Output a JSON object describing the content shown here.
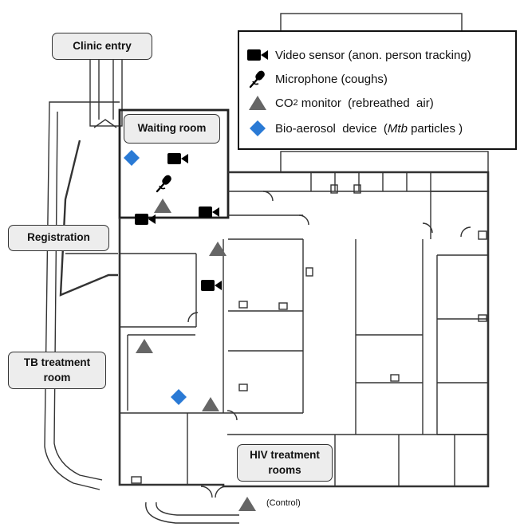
{
  "rooms": {
    "clinic_entry": "Clinic entry",
    "waiting_room": "Waiting room",
    "registration": "Registration",
    "tb_treatment_room": "TB treatment\nroom",
    "hiv_treatment_rooms": "HIV treatment\nrooms"
  },
  "legend": {
    "video": "Video sensor (anon. person tracking)",
    "microphone": "Microphone (coughs)",
    "co2_prefix": "CO",
    "co2_subscript": "2",
    "co2_suffix": " monitor  (rebreathed  air)",
    "bio_prefix": "Bio-aerosol  device  (",
    "bio_italic": "Mtb",
    "bio_suffix": " particles )"
  },
  "control_label": "(Control)",
  "colors": {
    "bioaerosol_marker": "#2a7ad5",
    "co2_marker": "#666666",
    "label_box_fill": "#ededed"
  },
  "icons": {
    "video": "video-camera-icon",
    "microphone": "microphone-icon",
    "co2": "co2-monitor-icon",
    "bioaerosol": "bioaerosol-device-icon"
  }
}
